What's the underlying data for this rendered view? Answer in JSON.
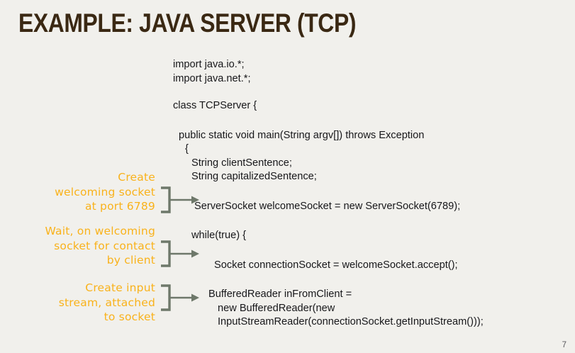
{
  "slide": {
    "title": "Example: Java Server (TCP)",
    "page_number": "7",
    "background_color": "#f1f0ec",
    "title_color": "#3a2813",
    "annotation_color": "#f9b21b",
    "connector_color": "#6e786a",
    "code_color": "#17171a"
  },
  "code": {
    "lines": [
      {
        "id": "l01",
        "text": "import java.io.*;",
        "indent": 0,
        "gap": "none"
      },
      {
        "id": "l02",
        "text": "import java.net.*;",
        "indent": 0,
        "gap": "none"
      },
      {
        "id": "l03",
        "text": "class TCPServer {",
        "indent": 0,
        "gap": "md"
      },
      {
        "id": "l04",
        "text": "public static void main(String argv[]) throws Exception",
        "indent": 8,
        "gap": "lg"
      },
      {
        "id": "l05",
        "text": "{",
        "indent": 17,
        "gap": "none"
      },
      {
        "id": "l06",
        "text": "String clientSentence;",
        "indent": 26,
        "gap": "none"
      },
      {
        "id": "l07",
        "text": "String capitalizedSentence;",
        "indent": 26,
        "gap": "none"
      },
      {
        "id": "l08",
        "text": "ServerSocket welcomeSocket = new ServerSocket(6789);",
        "indent": 30,
        "gap": "lg"
      },
      {
        "id": "l09",
        "text": "while(true) {",
        "indent": 26,
        "gap": "lg"
      },
      {
        "id": "l10",
        "text": "Socket connectionSocket = welcomeSocket.accept();",
        "indent": 58,
        "gap": "lg"
      },
      {
        "id": "l11",
        "text": "BufferedReader inFromClient =",
        "indent": 50,
        "gap": "lg"
      },
      {
        "id": "l12",
        "text": "new BufferedReader(new",
        "indent": 63,
        "gap": "none"
      },
      {
        "id": "l13",
        "text": "InputStreamReader(connectionSocket.getInputStream()));",
        "indent": 63,
        "gap": "none"
      }
    ]
  },
  "annotations": [
    {
      "id": "annotation-1",
      "text": "Create\nwelcoming socket\nat port 6789",
      "target_line": "ServerSocket welcomeSocket = new ServerSocket(6789);"
    },
    {
      "id": "annotation-2",
      "text": "Wait, on welcoming\nsocket for contact\nby client",
      "target_line": "Socket connectionSocket = welcomeSocket.accept();"
    },
    {
      "id": "annotation-3",
      "text": "Create input\nstream, attached\nto socket",
      "target_line": "BufferedReader inFromClient ="
    }
  ],
  "connectors": [
    {
      "id": "connector-1",
      "shape": "bracket-arrow-right"
    },
    {
      "id": "connector-2",
      "shape": "bracket-arrow-right"
    },
    {
      "id": "connector-3",
      "shape": "bracket-arrow-right"
    }
  ]
}
